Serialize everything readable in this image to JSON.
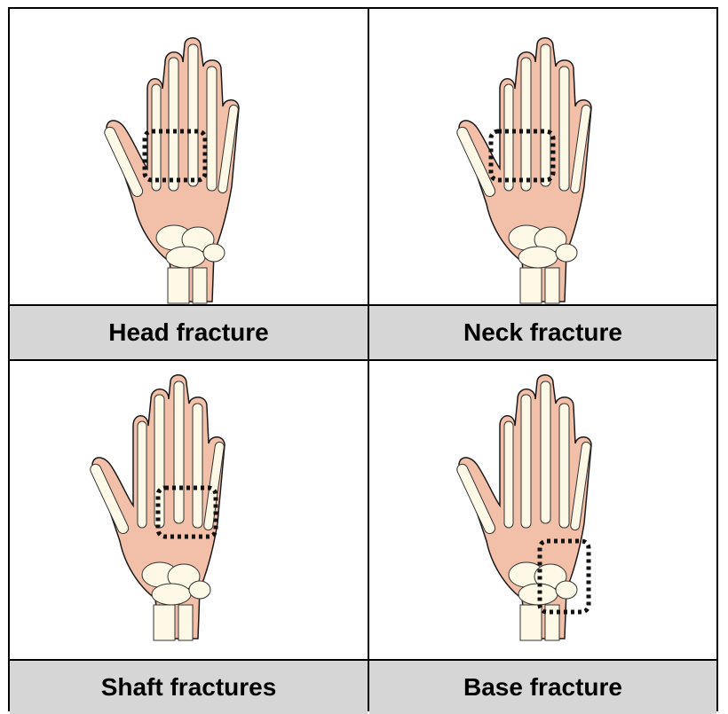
{
  "panels": [
    {
      "label": "Head fracture",
      "highlight": "metacarpal-head"
    },
    {
      "label": "Neck fracture",
      "highlight": "metacarpal-neck"
    },
    {
      "label": "Shaft fractures",
      "highlight": "metacarpal-shaft"
    },
    {
      "label": "Base fracture",
      "highlight": "metacarpal-base"
    }
  ],
  "colors": {
    "skin": "#f2bfa8",
    "bone": "#fdf9e6",
    "label_bg": "#d6d6d6",
    "outline": "#1a1a1a"
  }
}
